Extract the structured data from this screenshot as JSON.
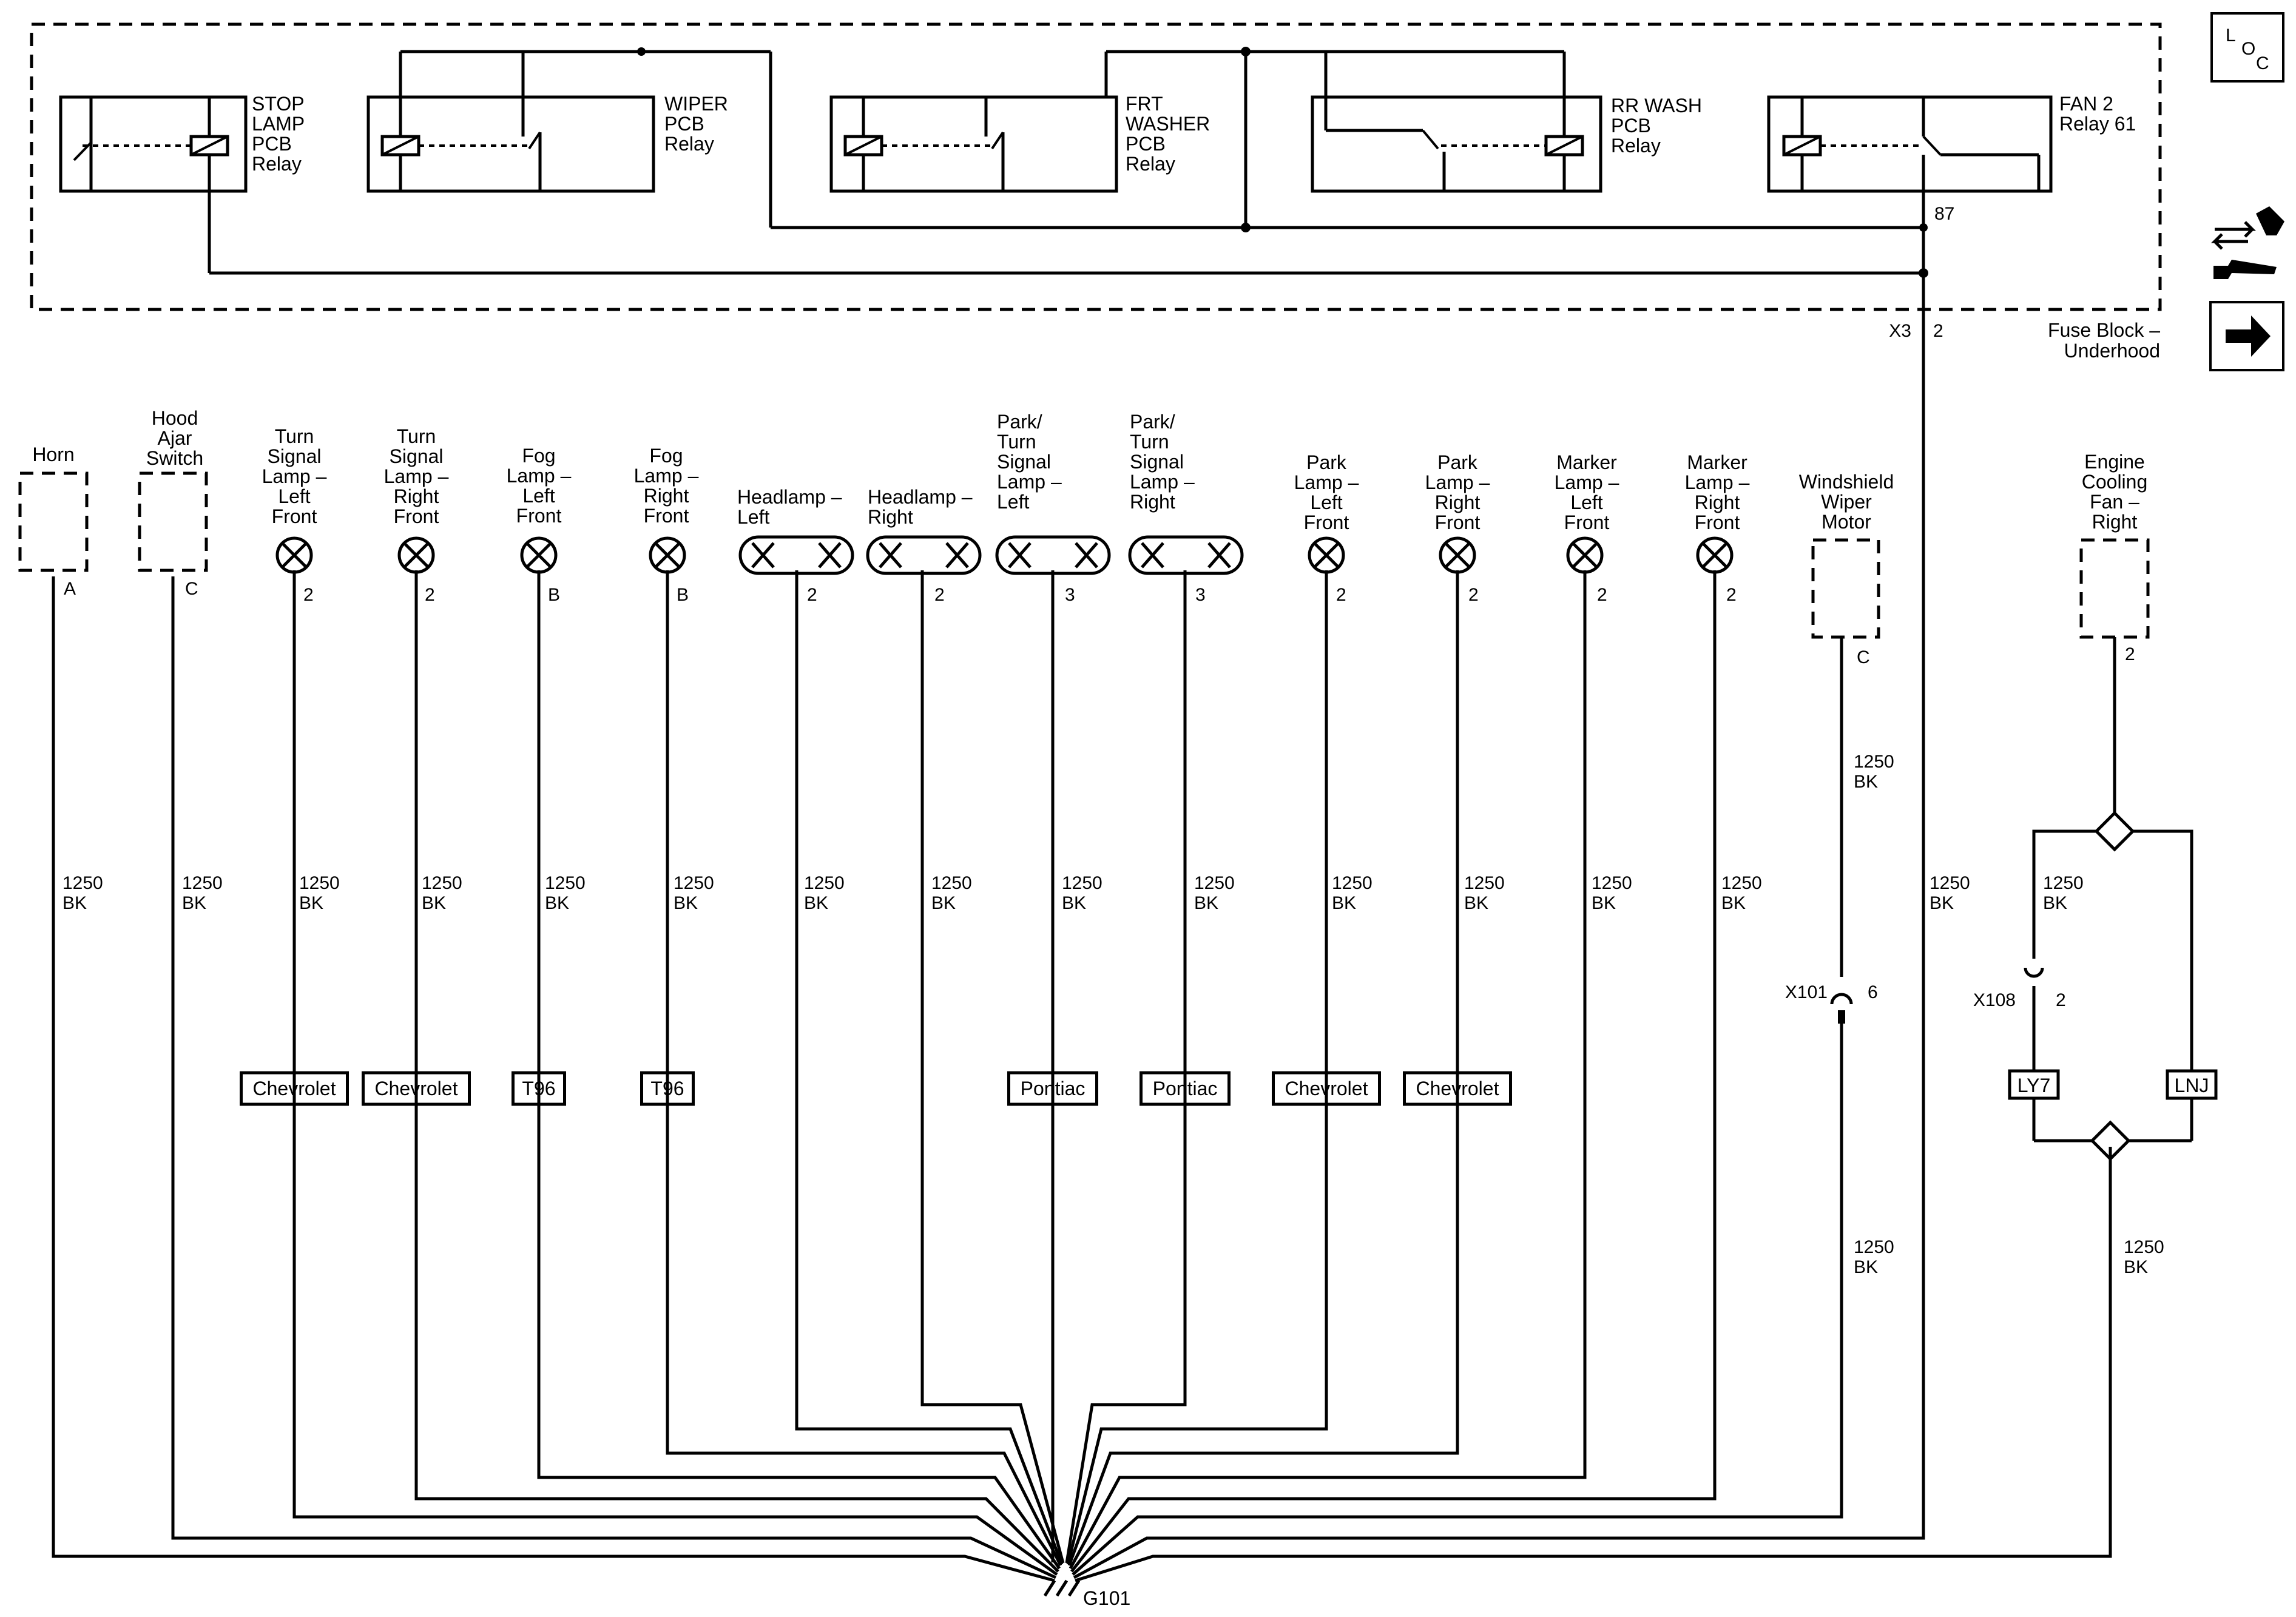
{
  "fuse_block": {
    "label_line1": "Fuse Block –",
    "label_line2": "Underhood",
    "connector": "X3",
    "pin": "2",
    "fan2_pin": "87"
  },
  "relays": {
    "stop_lamp": [
      "STOP",
      "LAMP",
      "PCB",
      "Relay"
    ],
    "wiper": [
      "WIPER",
      "PCB",
      "Relay"
    ],
    "frt_washer": [
      "FRT",
      "WASHER",
      "PCB",
      "Relay"
    ],
    "rr_wash": [
      "RR WASH",
      "PCB",
      "Relay"
    ],
    "fan2": [
      "FAN 2",
      "Relay 61"
    ]
  },
  "icons": {
    "loc": {
      "l": "L",
      "o": "O",
      "c": "C"
    },
    "navigation": "schematic-navigation-icon",
    "arrow": "right-arrow-icon"
  },
  "components": {
    "horn": {
      "label": [
        "Horn"
      ],
      "pin": "A"
    },
    "hood_ajar": {
      "label": [
        "Hood",
        "Ajar",
        "Switch"
      ],
      "pin": "C"
    },
    "turn_lf": {
      "label": [
        "Turn",
        "Signal",
        "Lamp –",
        "Left",
        "Front"
      ],
      "pin": "2",
      "option": "Chevrolet"
    },
    "turn_rf": {
      "label": [
        "Turn",
        "Signal",
        "Lamp –",
        "Right",
        "Front"
      ],
      "pin": "2",
      "option": "Chevrolet"
    },
    "fog_lf": {
      "label": [
        "Fog",
        "Lamp –",
        "Left",
        "Front"
      ],
      "pin": "B",
      "option": "T96"
    },
    "fog_rf": {
      "label": [
        "Fog",
        "Lamp –",
        "Right",
        "Front"
      ],
      "pin": "B",
      "option": "T96"
    },
    "headlamp_l": {
      "label": [
        "Headlamp –",
        "Left"
      ],
      "pin": "2"
    },
    "headlamp_r": {
      "label": [
        "Headlamp –",
        "Right"
      ],
      "pin": "2"
    },
    "park_turn_l": {
      "label": [
        "Park/",
        "Turn",
        "Signal",
        "Lamp –",
        "Left"
      ],
      "pin": "3",
      "option": "Pontiac"
    },
    "park_turn_r": {
      "label": [
        "Park/",
        "Turn",
        "Signal",
        "Lamp –",
        "Right"
      ],
      "pin": "3",
      "option": "Pontiac"
    },
    "park_lf": {
      "label": [
        "Park",
        "Lamp –",
        "Left",
        "Front"
      ],
      "pin": "2",
      "option": "Chevrolet"
    },
    "park_rf": {
      "label": [
        "Park",
        "Lamp –",
        "Right",
        "Front"
      ],
      "pin": "2",
      "option": "Chevrolet"
    },
    "marker_lf": {
      "label": [
        "Marker",
        "Lamp –",
        "Left",
        "Front"
      ],
      "pin": "2"
    },
    "marker_rf": {
      "label": [
        "Marker",
        "Lamp –",
        "Right",
        "Front"
      ],
      "pin": "2"
    },
    "wiper_motor": {
      "label": [
        "Windshield",
        "Wiper",
        "Motor"
      ],
      "pin": "C"
    },
    "cooling_fan": {
      "label": [
        "Engine",
        "Cooling",
        "Fan –",
        "Right"
      ],
      "pin": "2"
    }
  },
  "wire": {
    "gauge": "1250",
    "color": "BK"
  },
  "inline_connectors": {
    "x101": {
      "name": "X101",
      "pin": "6"
    },
    "x108": {
      "name": "X108",
      "pin": "2"
    }
  },
  "engine_options": {
    "ly7": "LY7",
    "lnj": "LNJ"
  },
  "ground": "G101"
}
